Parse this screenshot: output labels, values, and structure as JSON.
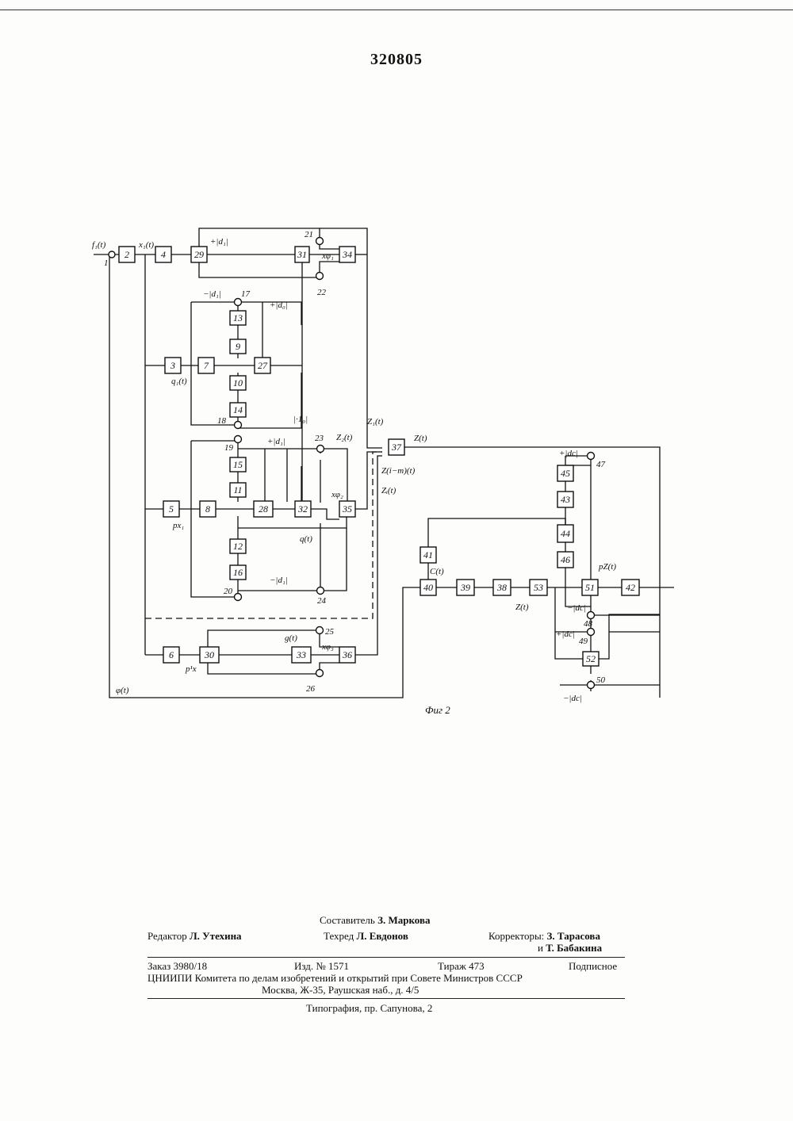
{
  "document": {
    "patent_number": "320805",
    "figure_caption": "Фиг 2"
  },
  "diagram": {
    "blocks": [
      "1",
      "2",
      "3",
      "4",
      "5",
      "6",
      "7",
      "8",
      "9",
      "10",
      "11",
      "12",
      "13",
      "14",
      "15",
      "16",
      "27",
      "28",
      "29",
      "30",
      "31",
      "32",
      "33",
      "34",
      "35",
      "36",
      "37",
      "38",
      "39",
      "40",
      "41",
      "42",
      "43",
      "44",
      "45",
      "46",
      "51",
      "52",
      "53"
    ],
    "summing_nodes": [
      "17",
      "18",
      "19",
      "20",
      "21",
      "22",
      "23",
      "24",
      "25",
      "26",
      "47",
      "48",
      "49",
      "50"
    ],
    "signal_labels": {
      "f1": "f₁(t)",
      "x1": "x₁(t)",
      "q1": "q₁(t)",
      "px1": "px₁",
      "px": "p¹x",
      "d1": "+|d₁|",
      "md1": "−|d₁|",
      "d0": "+|d₀|",
      "id0": "|·1₀|",
      "d1b": "+|d₁|",
      "md1b": "−|d₁|",
      "xphi1": "xφ₁",
      "xphi2": "xφ₂",
      "xphi3": "xφ₃",
      "z1": "Z₁(t)",
      "z2": "Z₂(t)",
      "zt": "Z(t)",
      "zim": "Z(i−m)(t)",
      "zi": "Zᵢ(t)",
      "qt": "q(t)",
      "gt": "g(t)",
      "phi": "φ(t)",
      "ct": "C(t)",
      "zt2": "Z(t)",
      "pz": "pZ(t)",
      "dc": "+|dc|",
      "mdc": "−|dc|",
      "dc2": "+|dc|",
      "mdc2": "−|dc|"
    }
  },
  "imprint": {
    "compiler": {
      "label": "Составитель",
      "name": "З. Маркова"
    },
    "editor": {
      "label": "Редактор",
      "name": "Л. Утехина"
    },
    "techred": {
      "label": "Техред",
      "name": "Л. Евдонов"
    },
    "correctors": {
      "label": "Корректоры:",
      "name1": "З. Тарасова",
      "and": "и",
      "name2": "Т. Бабакина"
    },
    "order": "Заказ 3980/18",
    "edition": "Изд. № 1571",
    "print_run": "Тираж 473",
    "subscription": "Подписное",
    "committee": "ЦНИИПИ Комитета по делам изобретений и открытий при Совете Министров СССР",
    "address": "Москва, Ж-35, Раушская наб., д. 4/5",
    "printer": "Типография, пр. Сапунова, 2"
  }
}
